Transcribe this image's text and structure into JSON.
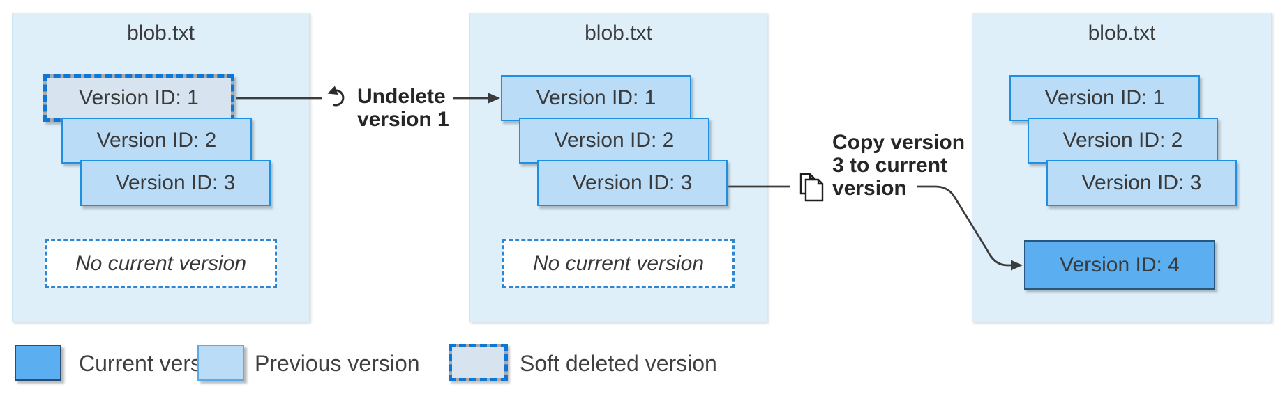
{
  "figure": {
    "description": "Blob versioning diagram: undelete version 1, then copy version 3 to current version",
    "file_name": "blob.txt"
  },
  "panels": [
    {
      "title": "blob.txt",
      "versions": [
        {
          "label": "Version ID: 1",
          "state": "soft-deleted"
        },
        {
          "label": "Version ID: 2",
          "state": "previous"
        },
        {
          "label": "Version ID: 3",
          "state": "previous"
        }
      ],
      "placeholder": "No current version"
    },
    {
      "title": "blob.txt",
      "versions": [
        {
          "label": "Version ID: 1",
          "state": "previous"
        },
        {
          "label": "Version ID: 2",
          "state": "previous"
        },
        {
          "label": "Version ID: 3",
          "state": "previous"
        }
      ],
      "placeholder": "No current version"
    },
    {
      "title": "blob.txt",
      "versions": [
        {
          "label": "Version ID: 1",
          "state": "previous"
        },
        {
          "label": "Version ID: 2",
          "state": "previous"
        },
        {
          "label": "Version ID: 3",
          "state": "previous"
        },
        {
          "label": "Version ID: 4",
          "state": "current"
        }
      ]
    }
  ],
  "annotations": {
    "undelete": {
      "icon": "undo-icon",
      "line1": "Undelete",
      "line2": "version 1"
    },
    "copy": {
      "icon": "copy-icon",
      "line1": "Copy version",
      "line2": "3 to current",
      "line3": "version"
    }
  },
  "legend": [
    {
      "label": "Current version",
      "swatch": "current"
    },
    {
      "label": "Previous version",
      "swatch": "previous"
    },
    {
      "label": "Soft deleted version",
      "swatch": "soft-deleted"
    }
  ],
  "colors": {
    "panel_fill": "#DEEFF9",
    "previous_fill": "#BADCF7",
    "previous_border": "#1E8FE3",
    "current_fill": "#5BAEEF",
    "current_border": "#29567D",
    "soft_deleted_fill": "#D7E3EE",
    "soft_deleted_dash_blue": "#0D76D6",
    "soft_deleted_dash_gray": "#ABABAB",
    "placeholder_dash": "#2E86D3",
    "connector": "#3C3C3C",
    "text": "#3A3A3A"
  }
}
